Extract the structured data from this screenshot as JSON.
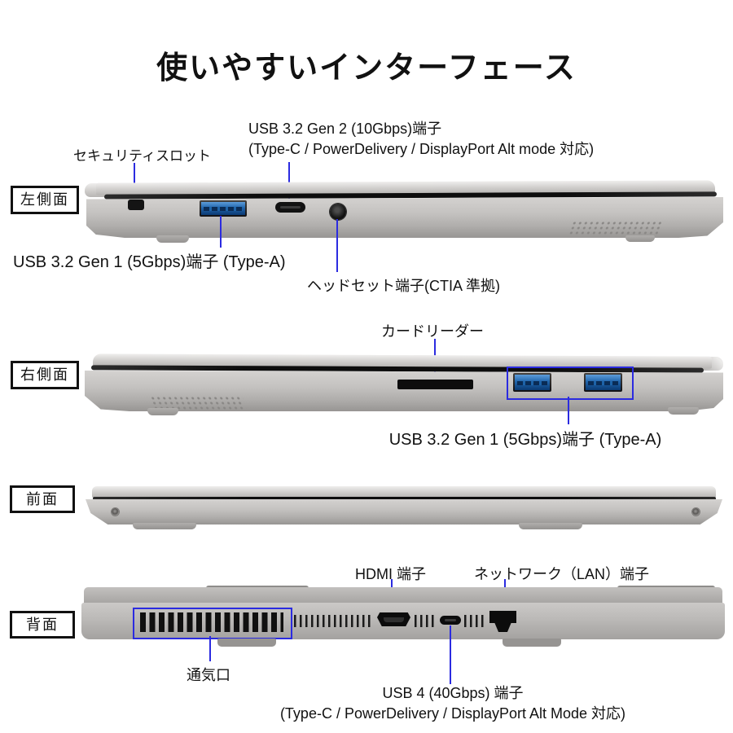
{
  "title": "使いやすいインターフェース",
  "colors": {
    "callout_blue": "#2b2be0",
    "laptop_silver": "#c4c2c0",
    "text_black": "#111111",
    "usb_port_blue": "#2166ad"
  },
  "sections": {
    "left_side": {
      "tag": "左側面",
      "security_slot_label": "セキュリティスロット",
      "usb_c_label_line1": "USB 3.2 Gen 2 (10Gbps)端子",
      "usb_c_label_line2": "(Type-C / PowerDelivery / DisplayPort Alt mode 対応)",
      "usb_a_label": "USB 3.2 Gen 1 (5Gbps)端子 (Type-A)",
      "headset_label": "ヘッドセット端子(CTIA 準拠)"
    },
    "right_side": {
      "tag": "右側面",
      "card_reader_label": "カードリーダー",
      "usb_a_label": "USB 3.2 Gen 1 (5Gbps)端子 (Type-A)"
    },
    "front": {
      "tag": "前面"
    },
    "back": {
      "tag": "背面",
      "hdmi_label": "HDMI 端子",
      "lan_label": "ネットワーク（LAN）端子",
      "vent_label": "通気口",
      "usb4_label_line1": "USB 4 (40Gbps) 端子",
      "usb4_label_line2": "(Type-C / PowerDelivery / DisplayPort Alt Mode 対応)"
    }
  }
}
